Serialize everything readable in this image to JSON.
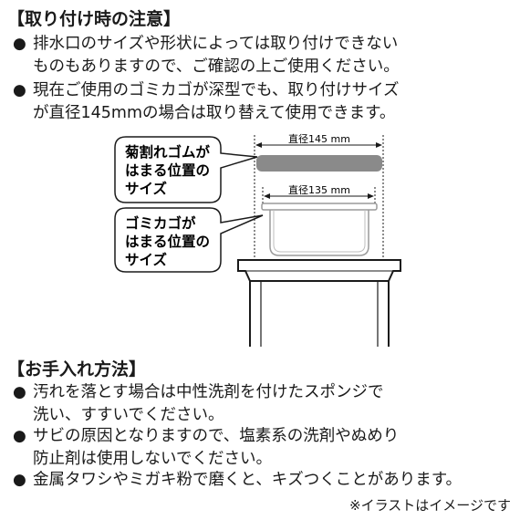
{
  "install": {
    "heading": "【取り付け時の注意】",
    "bullets": [
      {
        "lines": [
          "排水口のサイズや形状によっては取り付けできない",
          "ものもありますので、ご確認の上ご使用ください。"
        ]
      },
      {
        "lines": [
          "現在ご使用のゴミカゴが深型でも、取り付けサイズ",
          "が直径145mmの場合は取り替えて使用できます。"
        ]
      }
    ]
  },
  "diagram": {
    "callout_top": [
      "菊割れゴムが",
      "はまる位置の",
      "サイズ"
    ],
    "callout_bottom": [
      "ゴミカゴが",
      "はまる位置の",
      "サイズ"
    ],
    "dim_outer": "直径145 mm",
    "dim_inner": "直径135 mm",
    "colors": {
      "line": "#1a1a1a",
      "bar": "#8a8a8a",
      "basket": "#9a9a9a"
    }
  },
  "care": {
    "heading": "【お手入れ方法】",
    "bullets": [
      {
        "lines": [
          "汚れを落とす場合は中性洗剤を付けたスポンジで",
          "洗い、すすいでください。"
        ]
      },
      {
        "lines": [
          "サビの原因となりますので、塩素系の洗剤やぬめり",
          "防止剤は使用しないでください。"
        ]
      },
      {
        "lines": [
          "金属タワシやミガキ粉で磨くと、キズつくことがあります。"
        ]
      }
    ]
  },
  "bullet_char": "●",
  "note": "※イラストはイメージです"
}
